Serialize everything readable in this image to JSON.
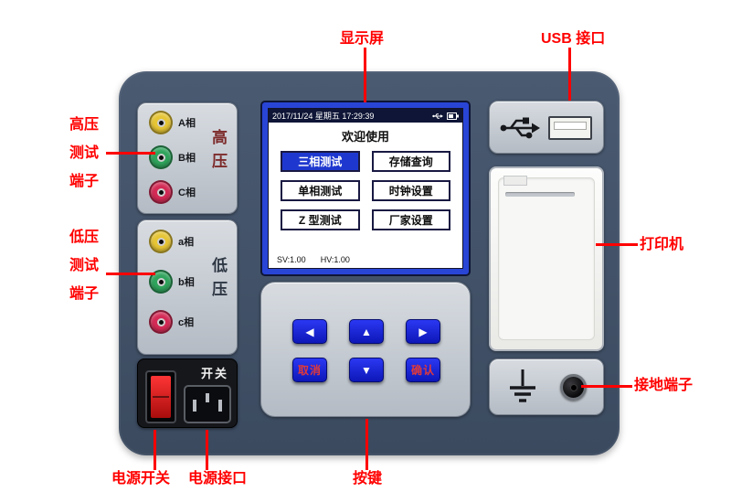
{
  "annotations": {
    "display": "显示屏",
    "usb": "USB 接口",
    "hv_terminal": [
      "高压",
      "测试",
      "端子"
    ],
    "lv_terminal": [
      "低压",
      "测试",
      "端子"
    ],
    "printer": "打印机",
    "ground": "接地端子",
    "power_switch": "电源开关",
    "power_inlet": "电源接口",
    "keys": "按键"
  },
  "device": {
    "hv_panel": {
      "side_label": "高压",
      "jacks": [
        {
          "label": "A相",
          "color": "#e6c535"
        },
        {
          "label": "B相",
          "color": "#2fa45c"
        },
        {
          "label": "C相",
          "color": "#d42a55"
        }
      ]
    },
    "lv_panel": {
      "side_label": "低压",
      "jacks": [
        {
          "label": "a相",
          "color": "#e6c535"
        },
        {
          "label": "b相",
          "color": "#2fa45c"
        },
        {
          "label": "c相",
          "color": "#d42a55"
        }
      ]
    },
    "power_module": {
      "label": "开关"
    },
    "lcd": {
      "statusbar": {
        "datetime": "2017/11/24 星期五 17:29:39"
      },
      "title": "欢迎使用",
      "menu": [
        {
          "label": "三相测试",
          "selected": true
        },
        {
          "label": "存储查询",
          "selected": false
        },
        {
          "label": "单相测试",
          "selected": false
        },
        {
          "label": "时钟设置",
          "selected": false
        },
        {
          "label": "Z 型测试",
          "selected": false
        },
        {
          "label": "厂家设置",
          "selected": false
        }
      ],
      "footer": {
        "sv": "SV:1.00",
        "hv": "HV:1.00"
      }
    },
    "keypad": {
      "arrows": {
        "left": "◀",
        "up": "▲",
        "right": "▶",
        "down": "▼"
      },
      "cancel": "取消",
      "confirm": "确认"
    }
  },
  "colors": {
    "annotation": "#ff0000",
    "body": "#43536a",
    "lcd_blue": "#2945d6",
    "key_blue": "#1b27d8",
    "hv_side_label": "#7d2b2b",
    "lv_side_label": "#2e3744"
  }
}
